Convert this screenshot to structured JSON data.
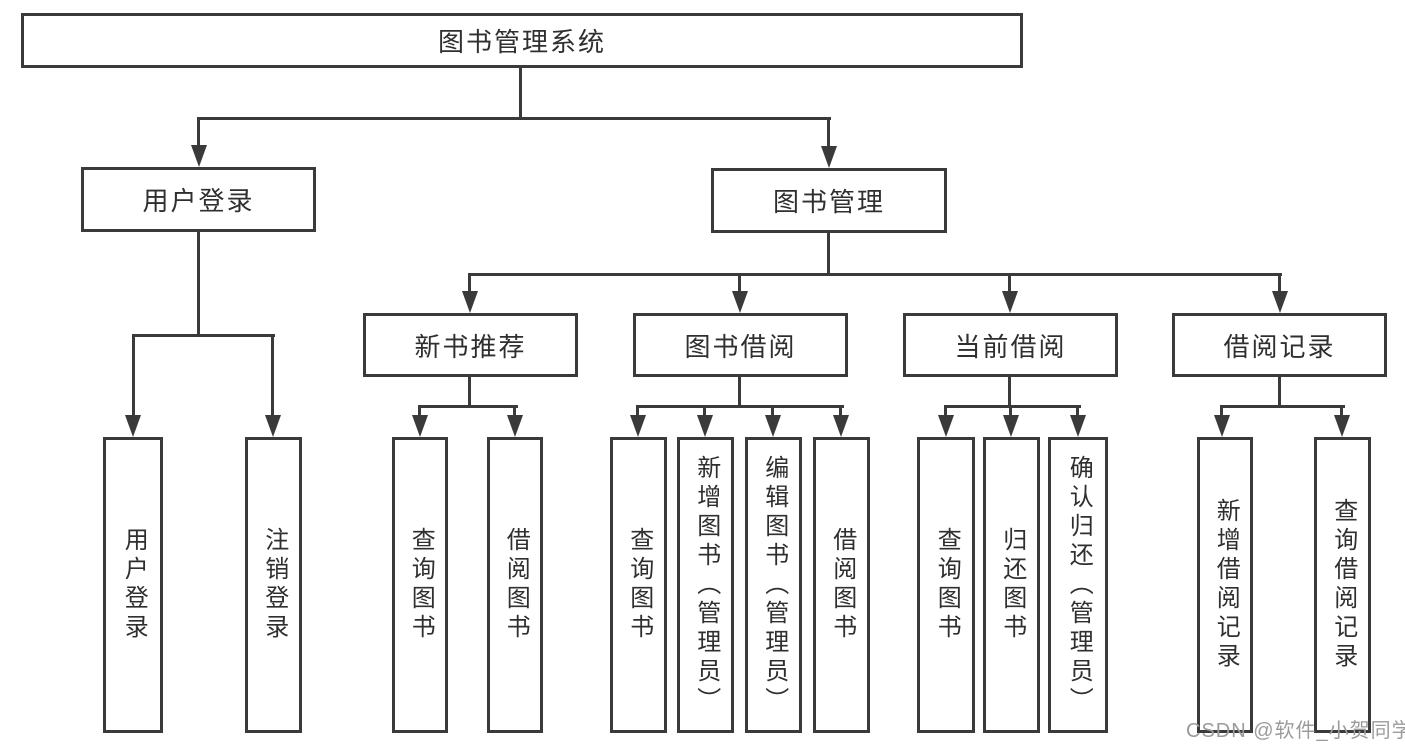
{
  "tree": {
    "root": {
      "label": "图书管理系统"
    },
    "level1": [
      {
        "label": "用户登录",
        "children": [
          {
            "label": "用户登录"
          },
          {
            "label": "注销登录"
          }
        ]
      },
      {
        "label": "图书管理",
        "children": [
          {
            "label": "新书推荐",
            "children": [
              {
                "label": "查询图书"
              },
              {
                "label": "借阅图书"
              }
            ]
          },
          {
            "label": "图书借阅",
            "children": [
              {
                "label": "查询图书"
              },
              {
                "label": "新增图书（管理员）"
              },
              {
                "label": "编辑图书（管理员）"
              },
              {
                "label": "借阅图书"
              }
            ]
          },
          {
            "label": "当前借阅",
            "children": [
              {
                "label": "查询图书"
              },
              {
                "label": "归还图书"
              },
              {
                "label": "确认归还（管理员）"
              }
            ]
          },
          {
            "label": "借阅记录",
            "children": [
              {
                "label": "新增借阅记录"
              },
              {
                "label": "查询借阅记录"
              }
            ]
          }
        ]
      }
    ]
  },
  "watermark": {
    "text": "CSDN @软件_小贺同学"
  },
  "colors": {
    "line": "#3a3a3a",
    "text": "#2f2f2f",
    "watermark": "#9b9b9b",
    "background": "#ffffff"
  }
}
